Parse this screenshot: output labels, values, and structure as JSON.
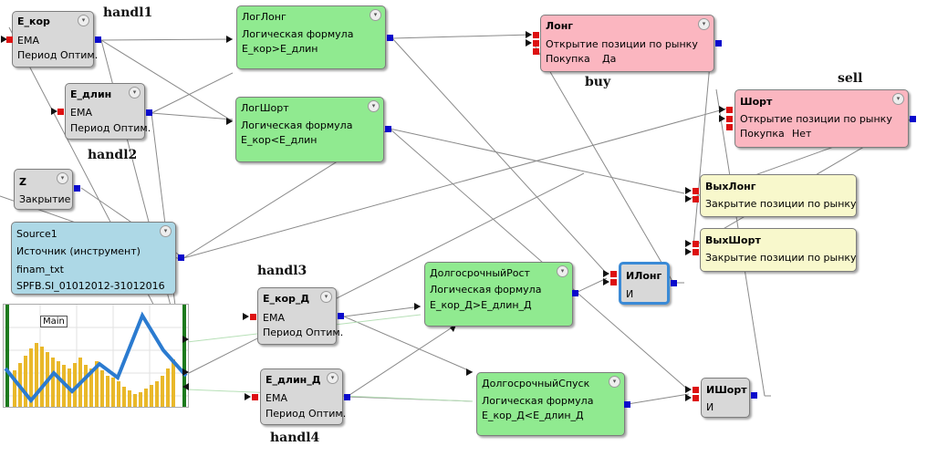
{
  "nodes": {
    "e_kor": {
      "title": "Е_кор",
      "line1": "EMA",
      "line2": "Период Оптим."
    },
    "e_dlin": {
      "title": "Е_длин",
      "line1": "EMA",
      "line2": "Период Оптим."
    },
    "z": {
      "title": "Z",
      "line1": "Закрытие"
    },
    "source1": {
      "title": "Source1",
      "line1": "Источник (инструмент)",
      "line2": "finam_txt",
      "line3": "SPFB.SI_01012012-31012016"
    },
    "e_kor_d": {
      "title": "Е_кор_Д",
      "line1": "EMA",
      "line2": "Период Оптим."
    },
    "e_dlin_d": {
      "title": "Е_длин_Д",
      "line1": "EMA",
      "line2": "Период Оптим."
    },
    "log_long": {
      "title": "ЛогЛонг",
      "line1": "Логическая формула",
      "line2": "Е_кор>Е_длин"
    },
    "log_short": {
      "title": "ЛогШорт",
      "line1": "Логическая формула",
      "line2": "Е_кор<Е_длин"
    },
    "long_rise": {
      "title": "ДолгосрочныйРост",
      "line1": "Логическая формула",
      "line2": "Е_кор_Д>Е_длин_Д"
    },
    "long_fall": {
      "title": "ДолгосрочныйСпуск",
      "line1": "Логическая формула",
      "line2": "Е_кор_Д<Е_длин_Д"
    },
    "long": {
      "title": "Лонг",
      "line1": "Открытие позиции по рынку",
      "line2a": "Покупка",
      "line2b": "Да"
    },
    "short": {
      "title": "Шорт",
      "line1": "Открытие позиции по рынку",
      "line2a": "Покупка",
      "line2b": "Нет"
    },
    "exit_long": {
      "title": "ВыхЛонг",
      "line1": "Закрытие позиции по рынку"
    },
    "exit_short": {
      "title": "ВыхШорт",
      "line1": "Закрытие позиции по рынку"
    },
    "and_long": {
      "title": "ИЛонг",
      "line1": "И"
    },
    "and_short": {
      "title": "ИШорт",
      "line1": "И"
    }
  },
  "handles": {
    "handl1": "handl1",
    "handl2": "handl2",
    "handl3": "handl3",
    "handl4": "handl4",
    "buy": "buy",
    "sell": "sell"
  },
  "chart": {
    "label": "Main"
  },
  "colors": {
    "operand": "#d8d8d8",
    "logic": "#90ea90",
    "open_position": "#fbb6c0",
    "close_position": "#f8f8cc",
    "source": "#add8e6",
    "output_pin": "#0a0acc",
    "input_pin": "#dd1111"
  }
}
